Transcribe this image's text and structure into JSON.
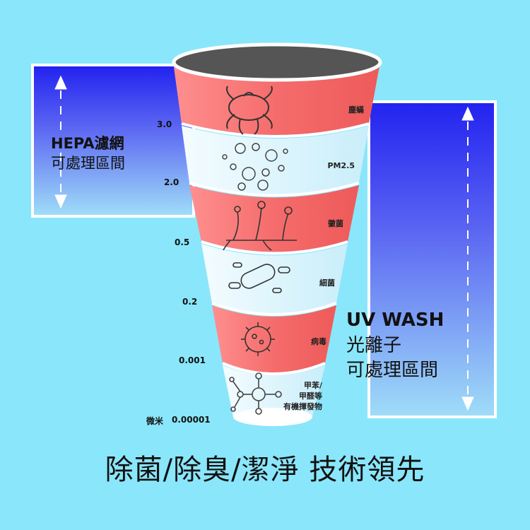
{
  "hepa": {
    "title": "HEPA濾網",
    "subtitle": "可處理區間"
  },
  "uv": {
    "title": "UV WASH",
    "line2": "光離子",
    "line3": "可處理區間"
  },
  "scale": {
    "unit": "微米",
    "ticks": [
      "3.0",
      "2.0",
      "0.5",
      "0.2",
      "0.001",
      "0.00001"
    ]
  },
  "bands": [
    {
      "label": "塵蟎",
      "icon": "dust-mite-icon",
      "color": "#f56c6c"
    },
    {
      "label": "PM2.5",
      "icon": "particles-icon",
      "color": "#dff4fb"
    },
    {
      "label": "黴菌",
      "icon": "mold-icon",
      "color": "#f56c6c"
    },
    {
      "label": "細菌",
      "icon": "bacteria-icon",
      "color": "#dff4fb"
    },
    {
      "label": "病毒",
      "icon": "virus-icon",
      "color": "#f56c6c"
    },
    {
      "label_lines": [
        "甲苯/",
        "甲醛等",
        "有機揮發物"
      ],
      "icon": "molecule-icon",
      "color": "#dff4fb"
    }
  ],
  "footer": "除菌/除臭/潔淨  技術領先"
}
